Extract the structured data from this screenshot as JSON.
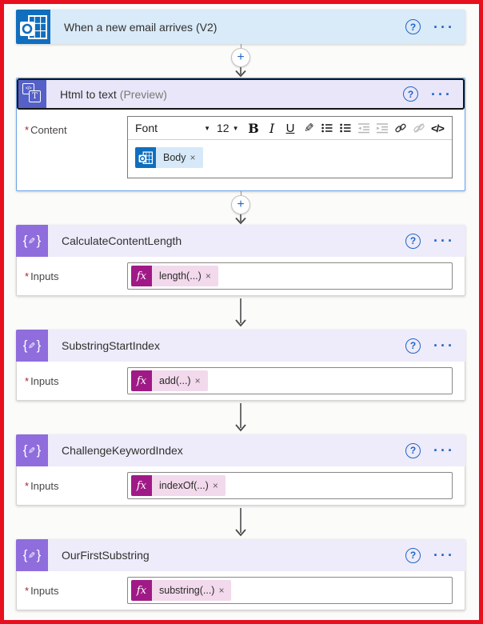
{
  "colors": {
    "frame_red": "#e8101e",
    "trigger_header": "#d9eaf8",
    "trigger_icon_blue": "#106ebe",
    "selected_header": "#e9e6f9",
    "selected_icon_indigo": "#5661c7",
    "selected_outline": "#6ca6e8",
    "compose_header": "#eeebfa",
    "compose_icon_purple": "#8f6ddd",
    "accent_blue": "#2065c5",
    "fx_square_magenta": "#a01a87",
    "fx_pill_pink": "#f2d9ec",
    "body_pill_blue": "#d7e9f8",
    "required_red": "#a4262c"
  },
  "icons": {
    "help": "?",
    "menu": "···",
    "plus": "+",
    "remove": "×",
    "dropdown_arrow": "▼",
    "fx": "fx",
    "bold": "B",
    "italic": "I",
    "underline": "U",
    "pen": "✎",
    "code": "</>",
    "brace_open": "{",
    "brace_close": "}",
    "html_code": "</>",
    "html_t": "T"
  },
  "trigger": {
    "title": "When a new email arrives (V2)"
  },
  "html_card": {
    "title": "Html to text",
    "suffix": "(Preview)",
    "required_mark": "*",
    "content_label": "Content",
    "toolbar": {
      "font": "Font",
      "size": "12"
    },
    "body_token": "Body"
  },
  "compose_cards": [
    {
      "title": "CalculateContentLength",
      "required_mark": "*",
      "input_label": "Inputs",
      "token": "length(...)"
    },
    {
      "title": "SubstringStartIndex",
      "required_mark": "*",
      "input_label": "Inputs",
      "token": "add(...)"
    },
    {
      "title": "ChallengeKeywordIndex",
      "required_mark": "*",
      "input_label": "Inputs",
      "token": "indexOf(...)"
    },
    {
      "title": "OurFirstSubstring",
      "required_mark": "*",
      "input_label": "Inputs",
      "token": "substring(...)"
    }
  ]
}
